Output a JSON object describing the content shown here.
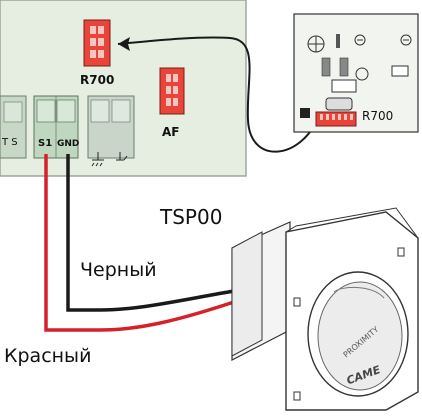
{
  "main_board": {
    "connectors": {
      "r700": "R700",
      "af": "AF"
    },
    "terminals": {
      "partial_left": "T S",
      "s1": "S1",
      "gnd": "GND"
    }
  },
  "module_board": {
    "label": "R700"
  },
  "device": {
    "model": "TSP00",
    "brand": "CAME",
    "logo_text": "PROXIMITY"
  },
  "wires": {
    "black_label": "Черный",
    "red_label": "Красный"
  },
  "colors": {
    "board": "#e4ece0",
    "connector_red": "#e8443a",
    "wire_red": "#d6202a",
    "wire_black": "#1a1a1a",
    "terminal_green": "#bfd6bf"
  }
}
